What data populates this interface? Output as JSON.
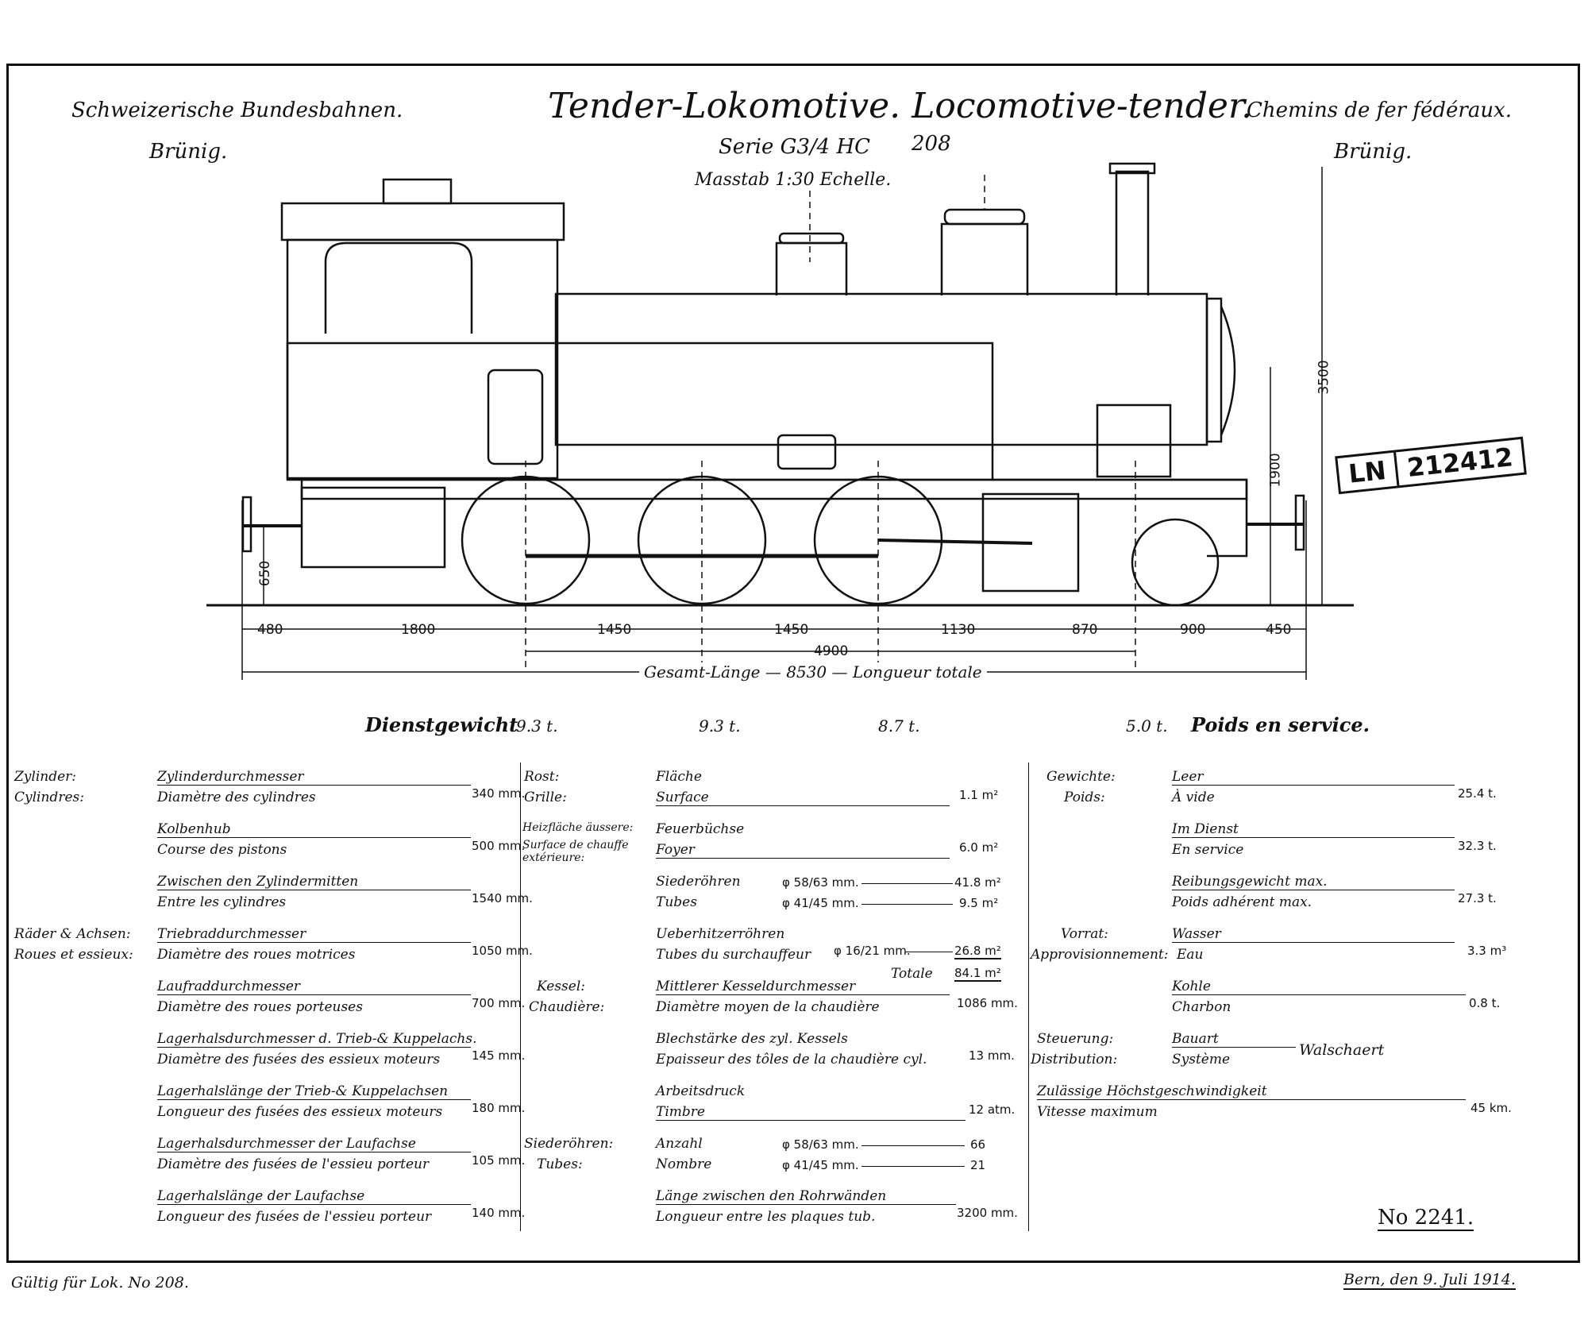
{
  "header": {
    "org_de": "Schweizerische Bundesbahnen.",
    "org_fr": "Chemins de fer fédéraux.",
    "line_de": "Brünig.",
    "line_fr": "Brünig.",
    "title": "Tender-Lokomotive. Locomotive-tender.",
    "series": "Serie G3/4 HC",
    "series_number": "208",
    "scale": "Masstab 1:30 Echelle."
  },
  "stamp": {
    "prefix": "LN",
    "number": "212412"
  },
  "dimensions": {
    "segments": [
      "480",
      "1800",
      "1450",
      "1450",
      "1130",
      "870",
      "900",
      "450"
    ],
    "wheelbase": "4900",
    "total_length_label": "Gesamt-Länge — 8530 — Longueur totale",
    "height_total": "3500",
    "height_axis": "1900",
    "buffer_height": "650"
  },
  "weights": {
    "label_de": "Dienstgewicht",
    "label_fr": "Poids en service.",
    "axles": [
      "9.3 t.",
      "9.3 t.",
      "8.7 t.",
      "5.0 t."
    ]
  },
  "col1": [
    {
      "cat_de": "Zylinder:",
      "cat_fr": "Cylindres:",
      "de": "Zylinderdurchmesser",
      "fr": "Diamètre des cylindres",
      "value": "340 mm."
    },
    {
      "cat_de": "",
      "cat_fr": "",
      "de": "Kolbenhub",
      "fr": "Course des pistons",
      "value": "500 mm."
    },
    {
      "cat_de": "",
      "cat_fr": "",
      "de": "Zwischen den Zylindermitten",
      "fr": "Entre les cylindres",
      "value": "1540 mm."
    },
    {
      "cat_de": "Räder & Achsen:",
      "cat_fr": "Roues et essieux:",
      "de": "Triebraddurchmesser",
      "fr": "Diamètre des roues motrices",
      "value": "1050 mm."
    },
    {
      "cat_de": "",
      "cat_fr": "",
      "de": "Laufraddurchmesser",
      "fr": "Diamètre des roues porteuses",
      "value": "700 mm."
    },
    {
      "cat_de": "",
      "cat_fr": "",
      "de": "Lagerhalsdurchmesser d. Trieb-& Kuppelachs.",
      "fr": "Diamètre des fusées des essieux moteurs",
      "value": "145 mm."
    },
    {
      "cat_de": "",
      "cat_fr": "",
      "de": "Lagerhalslänge der Trieb-& Kuppelachsen",
      "fr": "Longueur des fusées des essieux moteurs",
      "value": "180 mm."
    },
    {
      "cat_de": "",
      "cat_fr": "",
      "de": "Lagerhalsdurchmesser der Laufachse",
      "fr": "Diamètre des fusées de l'essieu porteur",
      "value": "105 mm."
    },
    {
      "cat_de": "",
      "cat_fr": "",
      "de": "Lagerhalslänge der Laufachse",
      "fr": "Longueur des fusées de l'essieu porteur",
      "value": "140 mm."
    }
  ],
  "col2": [
    {
      "cat_de": "Rost:",
      "cat_fr": "Grille:",
      "de": "Fläche",
      "fr": "Surface",
      "spec1": "",
      "spec2": "",
      "value1": "",
      "value2": "1.1 m²"
    },
    {
      "cat_de": "Heizfläche äussere:",
      "cat_fr": "Surface de chauffe extérieure:",
      "de": "Feuerbüchse",
      "fr": "Foyer",
      "spec1": "",
      "spec2": "",
      "value1": "",
      "value2": "6.0 m²"
    },
    {
      "cat_de": "",
      "cat_fr": "",
      "de": "Siederöhren",
      "fr": "Tubes",
      "spec1": "φ 58/63 mm.",
      "spec2": "φ 41/45 mm.",
      "value1": "41.8 m²",
      "value2": "9.5 m²"
    },
    {
      "cat_de": "",
      "cat_fr": "",
      "de": "Ueberhitzerröhren",
      "fr": "Tubes du surchauffeur",
      "spec1": "",
      "spec2": "φ 16/21 mm.",
      "value1": "",
      "value2": "26.8 m²"
    },
    {
      "cat_de": "Kessel:",
      "cat_fr": "Chaudière:",
      "de": "Mittlerer Kesseldurchmesser",
      "fr": "Diamètre moyen de la chaudière",
      "spec1": "",
      "spec2": "",
      "value1": "",
      "value2": "1086 mm."
    },
    {
      "cat_de": "",
      "cat_fr": "",
      "de": "Blechstärke des zyl. Kessels",
      "fr": "Epaisseur des tôles de la chaudière cyl.",
      "spec1": "",
      "spec2": "",
      "value1": "",
      "value2": "13 mm."
    },
    {
      "cat_de": "",
      "cat_fr": "",
      "de": "Arbeitsdruck",
      "fr": "Timbre",
      "spec1": "",
      "spec2": "",
      "value1": "",
      "value2": "12 atm."
    },
    {
      "cat_de": "Siederöhren:",
      "cat_fr": "Tubes:",
      "de": "Anzahl",
      "fr": "Nombre",
      "spec1": "φ 58/63 mm.",
      "spec2": "φ 41/45 mm.",
      "value1": "66",
      "value2": "21"
    },
    {
      "cat_de": "",
      "cat_fr": "",
      "de": "Länge zwischen den Rohrwänden",
      "fr": "Longueur entre les plaques tub.",
      "spec1": "",
      "spec2": "",
      "value1": "",
      "value2": "3200 mm."
    }
  ],
  "totale": {
    "label": "Totale",
    "value": "84.1 m²"
  },
  "col3": [
    {
      "cat_de": "Gewichte:",
      "cat_fr": "Poids:",
      "de": "Leer",
      "fr": "À vide",
      "value": "25.4 t."
    },
    {
      "cat_de": "",
      "cat_fr": "",
      "de": "Im Dienst",
      "fr": "En service",
      "value": "32.3 t."
    },
    {
      "cat_de": "",
      "cat_fr": "",
      "de": "Reibungsgewicht max.",
      "fr": "Poids adhérent max.",
      "value": "27.3 t."
    },
    {
      "cat_de": "Vorrat:",
      "cat_fr": "Approvisionnement:",
      "de": "Wasser",
      "fr": "Eau",
      "value": "3.3 m³"
    },
    {
      "cat_de": "",
      "cat_fr": "",
      "de": "Kohle",
      "fr": "Charbon",
      "value": "0.8 t."
    },
    {
      "cat_de": "Steuerung:",
      "cat_fr": "Distribution:",
      "de": "Bauart",
      "fr": "Système",
      "value": "Walschaert"
    },
    {
      "cat_de": "",
      "cat_fr": "",
      "de": "Zulässige Höchstgeschwindigkeit",
      "fr": "Vitesse maximum",
      "value": "45 km."
    }
  ],
  "drawing_number": "No 2241.",
  "footer": {
    "valid_for": "Gültig für Lok. No 208.",
    "place_date": "Bern, den 9. Juli 1914."
  }
}
